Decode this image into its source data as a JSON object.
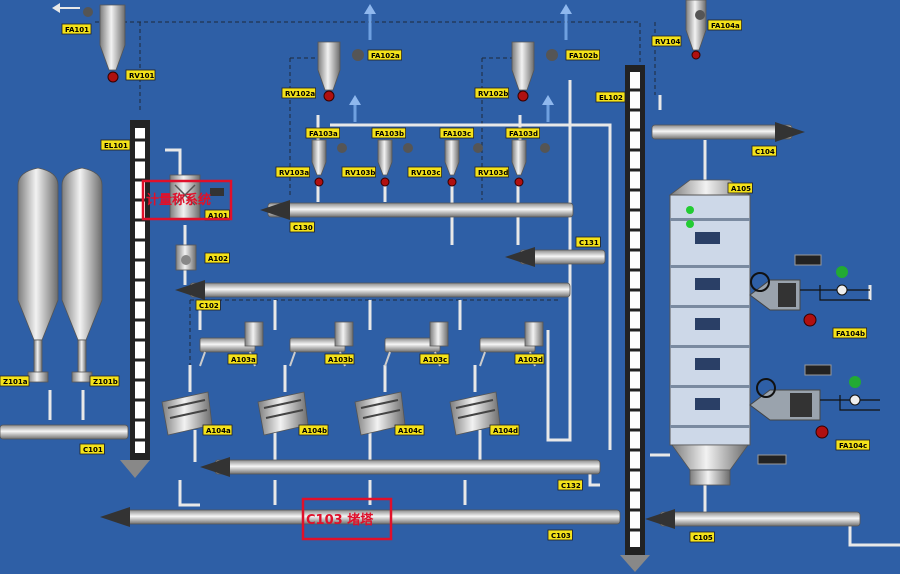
{
  "window": {
    "title": ""
  },
  "colors": {
    "background": "#2e5fa6",
    "tag": "#f4e21a",
    "alarm": "#e0102a",
    "pipe": "#e8e8e8"
  },
  "tags": {
    "FA101": "FA101",
    "RV101": "RV101",
    "EL101": "EL101",
    "Z101a": "Z101a",
    "Z101b": "Z101b",
    "C101": "C101",
    "A101": "A101",
    "A102": "A102",
    "C102": "C102",
    "A103a": "A103a",
    "A103b": "A103b",
    "A103c": "A103c",
    "A103d": "A103d",
    "A104a": "A104a",
    "A104b": "A104b",
    "A104c": "A104c",
    "A104d": "A104d",
    "C132": "C132",
    "C103": "C103",
    "FA102a": "FA102a",
    "FA102b": "FA102b",
    "RV102a": "RV102a",
    "RV102b": "RV102b",
    "FA103a": "FA103a",
    "FA103b": "FA103b",
    "FA103c": "FA103c",
    "FA103d": "FA103d",
    "RV103a": "RV103a",
    "RV103b": "RV103b",
    "RV103c": "RV103c",
    "RV103d": "RV103d",
    "C130": "C130",
    "C131": "C131",
    "EL102": "EL102",
    "RV104": "RV104",
    "FA104a": "FA104a",
    "C104": "C104",
    "A105": "A105",
    "FA104b": "FA104b",
    "FA104c": "FA104c",
    "C105": "C105"
  },
  "alarms": {
    "a1": "计量称系统",
    "c103": "C103 堵塔"
  }
}
